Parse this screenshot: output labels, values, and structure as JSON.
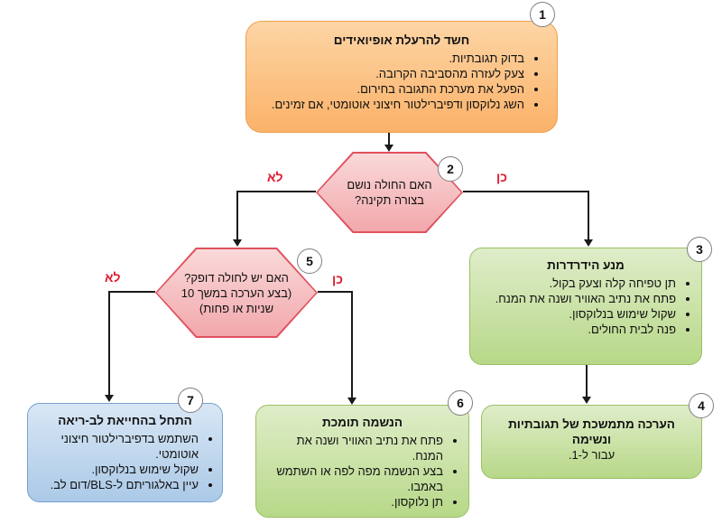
{
  "colors": {
    "orange_fill_top": "#FDD5A5",
    "orange_fill_bottom": "#FBB269",
    "orange_border": "#EDA04F",
    "pink_fill_top": "#FAD9D9",
    "pink_fill_bottom": "#F2A8AC",
    "pink_border": "#E0515F",
    "green_fill_top": "#DFEDC9",
    "green_fill_bottom": "#B7D888",
    "green_border": "#9BC064",
    "blue_fill_top": "#D8E7F5",
    "blue_fill_bottom": "#ABC9E7",
    "blue_border": "#74A2CE",
    "red_label": "#E0192D",
    "line": "#1A1A1A",
    "circle_border": "#7F7F7F"
  },
  "labels": {
    "yes": "כן",
    "no": "לא"
  },
  "nodes": {
    "n1": {
      "number": "1",
      "title": "חשד להרעלת אופיואידים",
      "bullets": [
        "בדוק תגובתיות.",
        "צעק לעזרה מהסביבה הקרובה.",
        "הפעל את מערכת התגובה בחירום.",
        "השג נלוקסון ודפיברילטור חיצוני אוטומטי, אם זמינים."
      ]
    },
    "n2": {
      "number": "2",
      "question_lines": [
        "האם החולה נושם",
        "בצורה תקינה?"
      ]
    },
    "n3": {
      "number": "3",
      "title": "מנע הידרדרות",
      "bullets": [
        "תן טפיחה קלה וצעק בקול.",
        "פתח את נתיב האוויר ושנה את המנח.",
        "שקול שימוש בנלוקסון.",
        "פנה לבית החולים."
      ]
    },
    "n4": {
      "number": "4",
      "title": "הערכה מתמשכת של תגובתיות ונשימה",
      "text": "עבור ל-1."
    },
    "n5": {
      "number": "5",
      "question_lines": [
        "האם יש לחולה דופק?",
        "(בצע הערכה במשך 10",
        "שניות או פחות)"
      ]
    },
    "n6": {
      "number": "6",
      "title": "הנשמה תומכת",
      "bullets": [
        "פתח את נתיב האוויר ושנה את המנח.",
        "בצע הנשמה מפה לפה או השתמש באמבו.",
        "תן נלוקסון."
      ]
    },
    "n7": {
      "number": "7",
      "title": "התחל בהחייאת לב-ריאה",
      "bullets": [
        "השתמש בדפיברילטור חיצוני אוטומטי.",
        "שקול שימוש בנלוקסון.",
        "עיין באלגוריתם ל-BLS/דום לב."
      ]
    }
  }
}
